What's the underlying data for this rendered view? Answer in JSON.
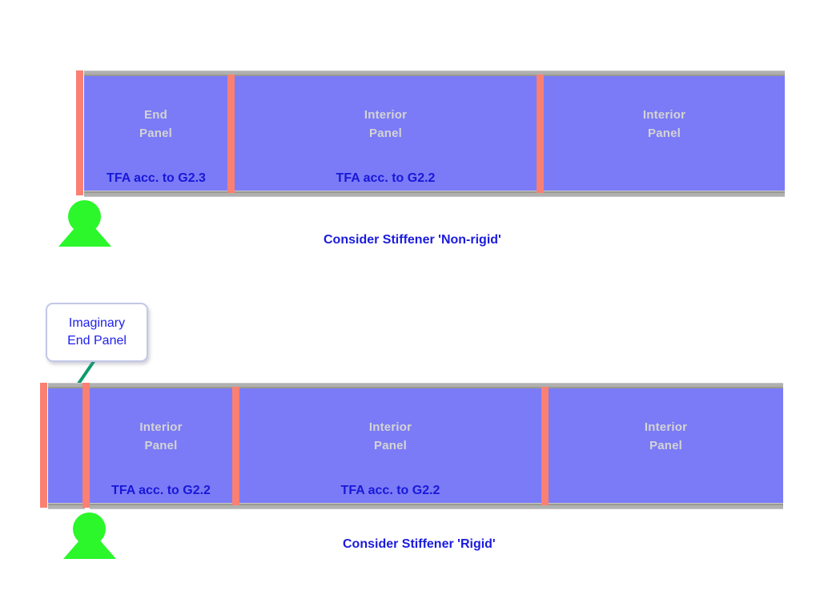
{
  "diagram": {
    "title": "Stiffener rigidity panel classification diagram",
    "colors": {
      "web": "#7b7bf7",
      "stiffener": "#fa8072",
      "flange": "#b0b0b0",
      "support": "#2bf72b",
      "text_blue": "#1b1bdd",
      "panel_label": "#d4d4d4",
      "callout_border": "#c3c8e8",
      "leader_line": "#0d9b6c"
    }
  },
  "top_beam": {
    "caption": "Consider Stiffener 'Non-rigid'",
    "panels": [
      {
        "name": "End\nPanel",
        "tfa": "TFA acc. to G2.3"
      },
      {
        "name": "Interior\nPanel",
        "tfa": "TFA acc. to G2.2"
      },
      {
        "name": "Interior\nPanel",
        "tfa": ""
      }
    ]
  },
  "bottom_beam": {
    "caption": "Consider Stiffener 'Rigid'",
    "imaginary_panel": {
      "name": "",
      "tfa": ""
    },
    "panels": [
      {
        "name": "Interior\nPanel",
        "tfa": "TFA acc. to G2.2"
      },
      {
        "name": "Interior\nPanel",
        "tfa": "TFA acc. to G2.2"
      },
      {
        "name": "Interior\nPanel",
        "tfa": ""
      }
    ]
  },
  "callout": {
    "text": "Imaginary\nEnd Panel"
  },
  "icons": {
    "support": "pin-support-icon"
  }
}
